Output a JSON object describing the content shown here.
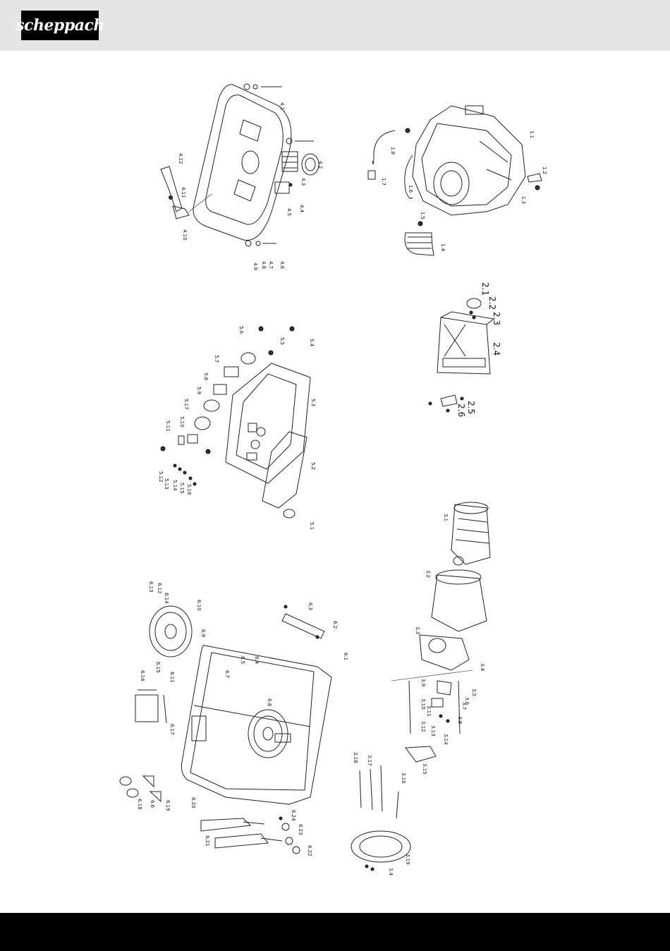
{
  "header": {
    "brand": "scheppach"
  },
  "groups": [
    {
      "id": "fuel-tank",
      "labels": [
        "4.1",
        "4.2",
        "4.3",
        "4.4",
        "4.5",
        "4.6",
        "4.7",
        "4.8",
        "4.9",
        "4.10",
        "4.11",
        "4.12"
      ]
    },
    {
      "id": "engine",
      "labels": [
        "1.1",
        "1.2",
        "1.3",
        "1.4",
        "1.5",
        "1.6",
        "1.7",
        "1.8"
      ]
    },
    {
      "id": "air-filter",
      "labels": [
        "2.1",
        "2.2",
        "2.3",
        "2.4",
        "2.5",
        "2.6"
      ]
    },
    {
      "id": "control-panel",
      "labels": [
        "5.1",
        "5.2",
        "5.3",
        "5.4",
        "5.5",
        "5.6",
        "5.7",
        "5.8",
        "5.9",
        "5.10",
        "5.11",
        "5.12",
        "5.13",
        "5.14",
        "5.15",
        "5.16",
        "5.17"
      ]
    },
    {
      "id": "alternator",
      "labels": [
        "3.1",
        "3.2",
        "3.3",
        "3.4",
        "3.5",
        "3.6",
        "3.7",
        "3.8",
        "3.9",
        "3.10",
        "3.11",
        "3.12",
        "3.13",
        "3.14",
        "3.15",
        "3.16",
        "3.17",
        "3.18",
        "3.19",
        "3.4"
      ]
    },
    {
      "id": "frame",
      "labels": [
        "6.1",
        "6.2",
        "6.3",
        "6.4",
        "6.5",
        "6.6",
        "6.7",
        "6.8",
        "6.9",
        "6.10",
        "6.11",
        "6.12",
        "6.13",
        "6.14",
        "6.15",
        "6.16",
        "6.17",
        "6.18",
        "6.19",
        "6.20",
        "6.21",
        "6.22",
        "6.23",
        "6.24"
      ]
    }
  ]
}
